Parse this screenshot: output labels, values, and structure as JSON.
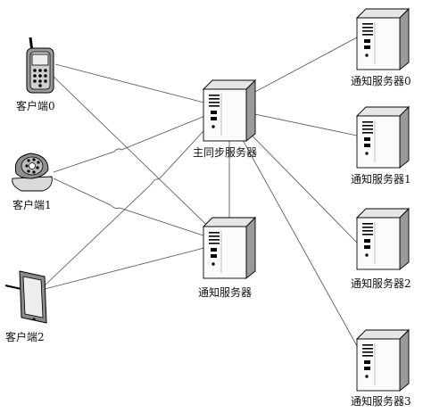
{
  "clients": [
    {
      "id": "client0",
      "label": "客户端0",
      "device": "mobile-phone-icon"
    },
    {
      "id": "client1",
      "label": "客户端1",
      "device": "landline-phone-icon"
    },
    {
      "id": "client2",
      "label": "客户端2",
      "device": "tablet-icon"
    }
  ],
  "servers": {
    "master": {
      "label": "主同步服务器",
      "icon": "server-tower-icon"
    },
    "notify": {
      "label": "通知服务器",
      "icon": "server-tower-icon"
    },
    "notify_group": [
      {
        "label": "通知服务器0"
      },
      {
        "label": "通知服务器1"
      },
      {
        "label": "通知服务器2"
      },
      {
        "label": "通知服务器3"
      }
    ]
  },
  "connections": [
    [
      "client0",
      "master"
    ],
    [
      "client0",
      "notify"
    ],
    [
      "client1",
      "master"
    ],
    [
      "client1",
      "notify"
    ],
    [
      "client2",
      "master"
    ],
    [
      "client2",
      "notify"
    ],
    [
      "master",
      "notify"
    ],
    [
      "master",
      "notify0"
    ],
    [
      "master",
      "notify1"
    ],
    [
      "master",
      "notify2"
    ],
    [
      "master",
      "notify3"
    ]
  ]
}
